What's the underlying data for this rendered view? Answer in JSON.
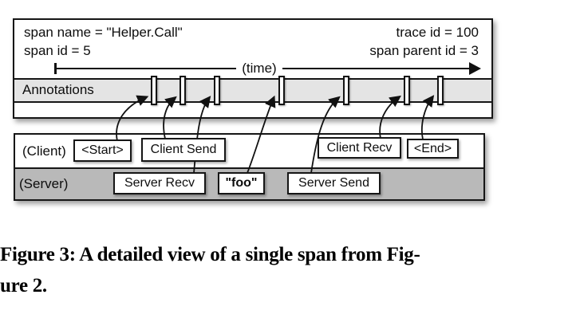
{
  "figure": {
    "span_info": {
      "left_lines": [
        "span name = \"Helper.Call\"",
        "span id = 5"
      ],
      "right_lines": [
        "trace id = 100",
        "span parent id = 3"
      ]
    },
    "time_axis": {
      "label": "(time)"
    },
    "annotations_band": {
      "label": "Annotations",
      "tick_count": 7
    },
    "rows": {
      "client_label": "(Client)",
      "server_label": "(Server)"
    },
    "annotations": [
      {
        "label": "<Start>",
        "row": "client"
      },
      {
        "label": "Client Send",
        "row": "client"
      },
      {
        "label": "Server Recv",
        "row": "server"
      },
      {
        "label": "\"foo\"",
        "row": "server"
      },
      {
        "label": "Server Send",
        "row": "server"
      },
      {
        "label": "Client Recv",
        "row": "client"
      },
      {
        "label": "<End>",
        "row": "client"
      }
    ],
    "colors": {
      "band_gray": "#e4e4e4",
      "server_row_gray": "#b9b9b9",
      "line_black": "#111111"
    }
  },
  "caption": {
    "line1": "Figure 3:  A detailed view of a single span from Fig-",
    "line2": "ure 2."
  }
}
